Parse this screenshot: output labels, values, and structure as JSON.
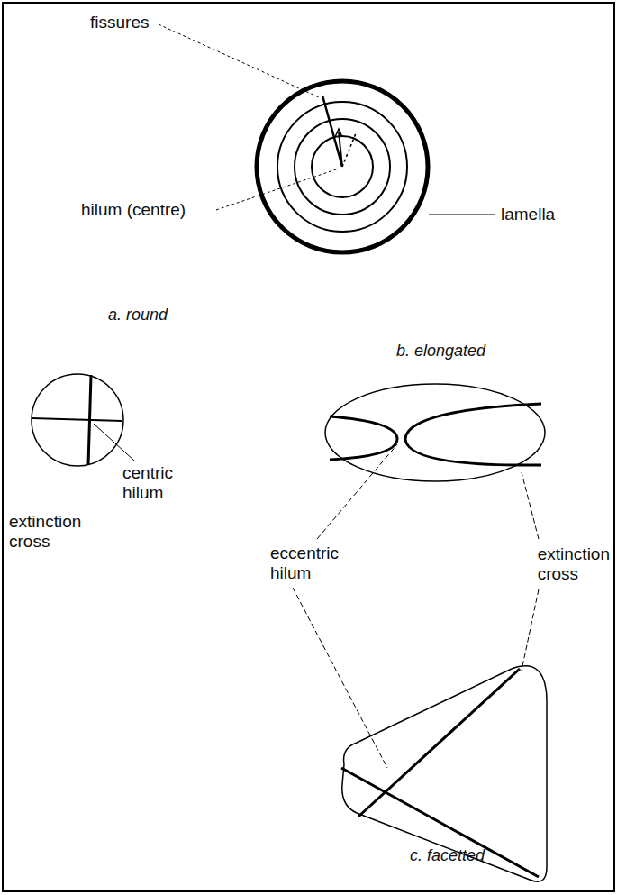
{
  "diagram": {
    "labels": [
      "fissures",
      "hilum (centre)",
      "lamella",
      "a. round",
      "b. elongated",
      "centric hilum",
      "extinction cross",
      "eccentric hilum",
      "extinction cross",
      "c. facetted"
    ]
  }
}
